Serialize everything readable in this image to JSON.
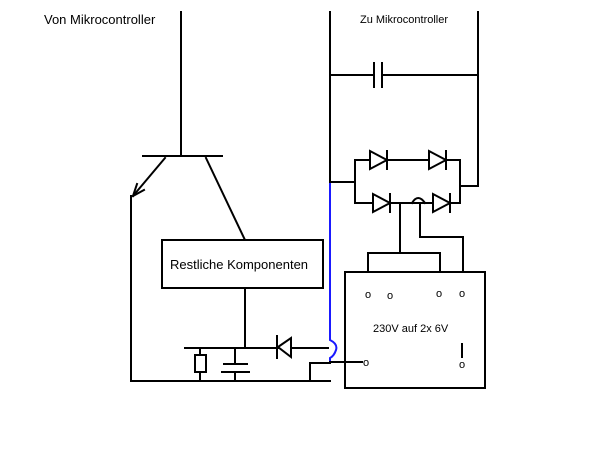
{
  "labels": {
    "from_mcu": "Von Mikrocontroller",
    "to_mcu": "Zu Mikrocontroller",
    "rest_components": "Restliche Komponenten",
    "transformer": "230V auf 2x 6V"
  },
  "transformer_pins": [
    "o",
    "o",
    "o",
    "o",
    "o",
    "o"
  ],
  "colors": {
    "wire": "#000000",
    "highlight_wire": "#1a1aff"
  }
}
